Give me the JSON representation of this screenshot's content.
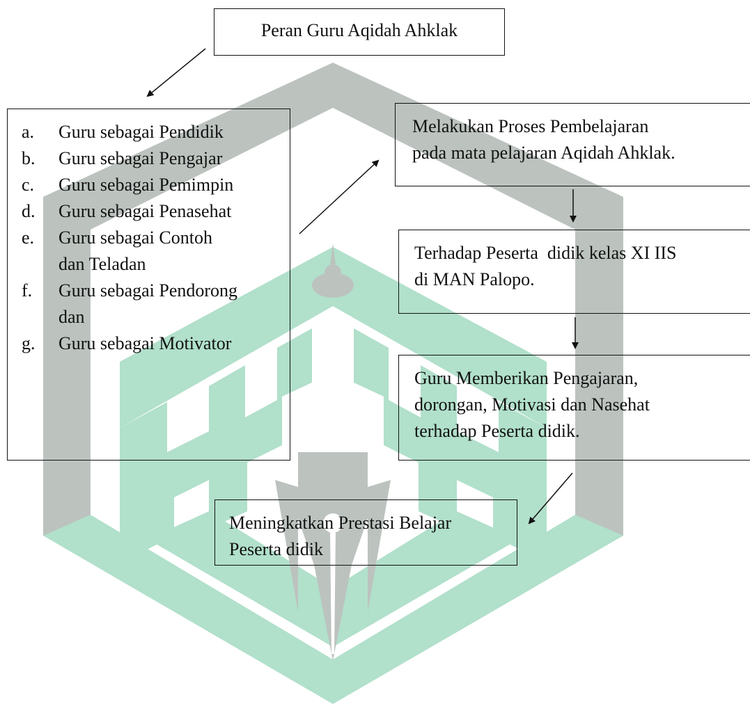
{
  "title_box": {
    "text": "Peran Guru Aqidah Ahklak"
  },
  "roles": [
    {
      "marker": "a.",
      "lines": [
        "Guru sebagai Pendidik"
      ]
    },
    {
      "marker": "b.",
      "lines": [
        "Guru sebagai Pengajar"
      ]
    },
    {
      "marker": "c.",
      "lines": [
        "Guru sebagai Pemimpin"
      ]
    },
    {
      "marker": "d.",
      "lines": [
        "Guru sebagai Penasehat"
      ]
    },
    {
      "marker": "e.",
      "lines": [
        "Guru sebagai Contoh",
        "dan Teladan"
      ]
    },
    {
      "marker": "f.",
      "lines": [
        "Guru sebagai Pendorong",
        "dan"
      ]
    },
    {
      "marker": "g.",
      "lines": [
        "Guru sebagai Motivator"
      ]
    }
  ],
  "process_box": {
    "lines": [
      "Melakukan Proses Pembelajaran",
      "pada mata pelajaran Aqidah Ahklak."
    ]
  },
  "target_box": {
    "lines": [
      "Terhadap Peserta  didik kelas XI IIS",
      "di MAN Palopo."
    ]
  },
  "give_box": {
    "lines": [
      "Guru Memberikan Pengajaran,",
      "dorongan, Motivasi dan Nasehat",
      "terhadap Peserta didik."
    ]
  },
  "result_box": {
    "lines": [
      "Meningkatkan Prestasi Belajar",
      "Peserta didik"
    ]
  },
  "colors": {
    "watermark_gray": "#bcc3bf",
    "watermark_green": "#b1e0cb",
    "ink": "#111111",
    "background": "#ffffff"
  }
}
